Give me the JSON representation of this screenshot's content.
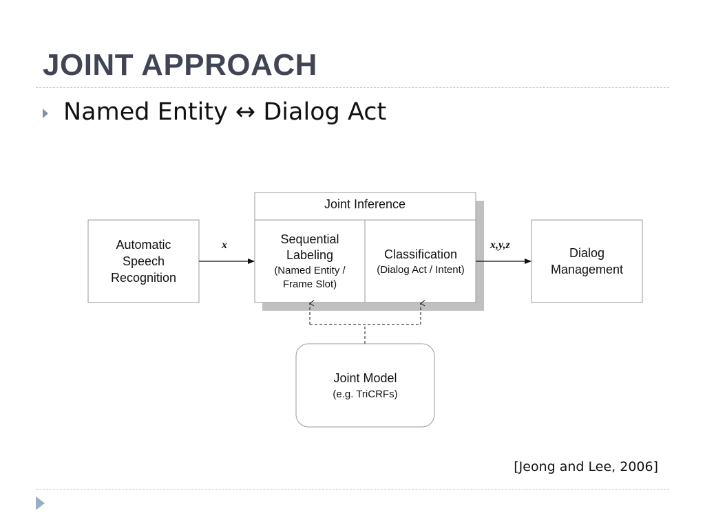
{
  "slide": {
    "title": "JOINT APPROACH",
    "bullet": "Named Entity ↔ Dialog Act",
    "citation": "[Jeong and Lee, 2006]"
  },
  "diagram": {
    "asr": {
      "lines": [
        "Automatic",
        "Speech",
        "Recognition"
      ]
    },
    "joint_inference": {
      "title": "Joint Inference"
    },
    "sequential_labeling": {
      "lines": [
        "Sequential",
        "Labeling"
      ],
      "sub_lines": [
        "(Named Entity /",
        "Frame Slot)"
      ]
    },
    "classification": {
      "line": "Classification",
      "sub_line": "(Dialog Act / Intent)"
    },
    "dialog_management": {
      "lines": [
        "Dialog",
        "Management"
      ]
    },
    "joint_model": {
      "line": "Joint Model",
      "sub_line": "(e.g. TriCRFs)"
    },
    "edge_labels": {
      "input": "x",
      "output": "x,y,z"
    }
  },
  "colors": {
    "title": "#414455",
    "rule": "#b7c6d3",
    "bullet": "#7f93a6",
    "box_border": "#999999",
    "shadow": "#c0c0c0"
  }
}
